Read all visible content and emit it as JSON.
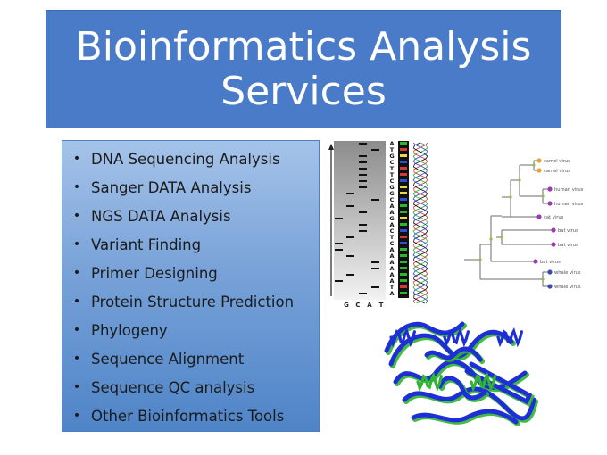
{
  "title": {
    "line1": "Bioinformatics Analysis",
    "line2": "Services"
  },
  "services": [
    "DNA Sequencing Analysis",
    "Sanger DATA Analysis",
    "NGS DATA Analysis",
    "Variant Finding",
    "Primer Designing",
    "Protein Structure Prediction",
    "Phylogeny",
    "Sequence Alignment",
    "Sequence QC analysis",
    "Other Bioinformatics Tools"
  ],
  "bullet": "•",
  "gel": {
    "lanes": [
      "G",
      "C",
      "A",
      "T"
    ],
    "sequence": [
      "A",
      "T",
      "G",
      "C",
      "T",
      "T",
      "C",
      "G",
      "G",
      "C",
      "A",
      "A",
      "G",
      "A",
      "C",
      "T",
      "C",
      "A",
      "A",
      "A",
      "A",
      "A",
      "A",
      "T",
      "A"
    ]
  },
  "tree": {
    "leaves": [
      "camel virus",
      "camel virus",
      "human virus",
      "human virus",
      "cat virus",
      "bat virus",
      "bat virus",
      "bat virus",
      "whale virus",
      "whale virus"
    ]
  },
  "colors": {
    "title_bg": "#4a7bc8",
    "list_top": "#a5c3e9",
    "list_bottom": "#4f84c8",
    "protein_blue": "#1f2fd6",
    "protein_green": "#2fb52f"
  }
}
